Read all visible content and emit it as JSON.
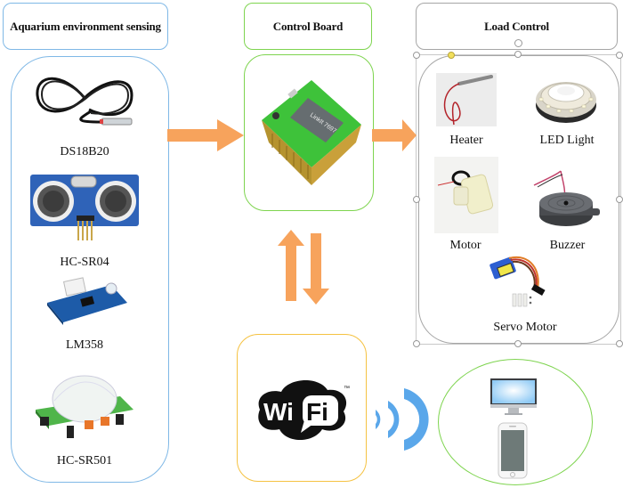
{
  "diagram": {
    "sections": {
      "sensing": {
        "title": "Aquarium environment sensing",
        "border_color": "#7fb8e6",
        "items": [
          {
            "label": "DS18B20",
            "icon": "temperature-probe-icon"
          },
          {
            "label": "HC-SR04",
            "icon": "ultrasonic-sensor-icon"
          },
          {
            "label": "LM358",
            "icon": "light-sensor-module-icon"
          },
          {
            "label": "HC-SR501",
            "icon": "pir-motion-sensor-icon"
          }
        ]
      },
      "control": {
        "title": "Control Board",
        "border_color": "#7ed44f",
        "board": {
          "chip_text": "LinkIt 7697",
          "icon": "microcontroller-board-icon"
        }
      },
      "load": {
        "title": "Load Control",
        "border_color": "#a6a6a6",
        "items": [
          {
            "label": "Heater",
            "icon": "heater-icon"
          },
          {
            "label": "LED Light",
            "icon": "led-strip-icon"
          },
          {
            "label": "Motor",
            "icon": "pump-motor-icon"
          },
          {
            "label": "Buzzer",
            "icon": "buzzer-icon"
          },
          {
            "label": "Servo Motor",
            "icon": "servo-motor-icon"
          }
        ]
      },
      "wifi": {
        "logo_text_left": "Wi",
        "logo_text_right": "Fi",
        "trademark": "™",
        "border_color": "#f5c242"
      },
      "clients": {
        "border_color": "#7ed44f",
        "devices": [
          "monitor-icon",
          "smartphone-icon"
        ]
      }
    },
    "arrows": {
      "color": "#f7a35c",
      "signal_color": "#5aa7ea"
    }
  }
}
